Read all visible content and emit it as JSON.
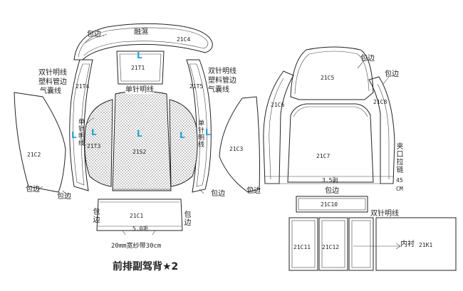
{
  "pieces": {
    "c4": "21C4",
    "t1": "21T1",
    "t4": "21T4",
    "t5": "21T5",
    "t3": "21T3",
    "s2": "21S2",
    "c2": "21C2",
    "c3": "21C3",
    "c1": "21C1",
    "c5": "21C5",
    "c6": "21C6",
    "c8": "21C8",
    "c7": "21C7",
    "c10": "21C10",
    "c11": "21C11",
    "c12": "21C12",
    "k1": "21K1"
  },
  "notes": {
    "baobian": "包边",
    "rongshi": "融濕",
    "shuangzhen": "双针明线",
    "suliao": "塑料管边",
    "qinang": "气囊线",
    "danzhen": "单针明线",
    "danzhen_v": "单针明线",
    "wumao": "5.0毛",
    "shadai": "20mm宽纱带30cm",
    "chaiji": "3.5剥",
    "koulalian": "夹口拉链",
    "len45": "45",
    "cm": "CM",
    "neichen": "内衬"
  },
  "markers": {
    "l": "L"
  },
  "title": "前排副驾背★2"
}
